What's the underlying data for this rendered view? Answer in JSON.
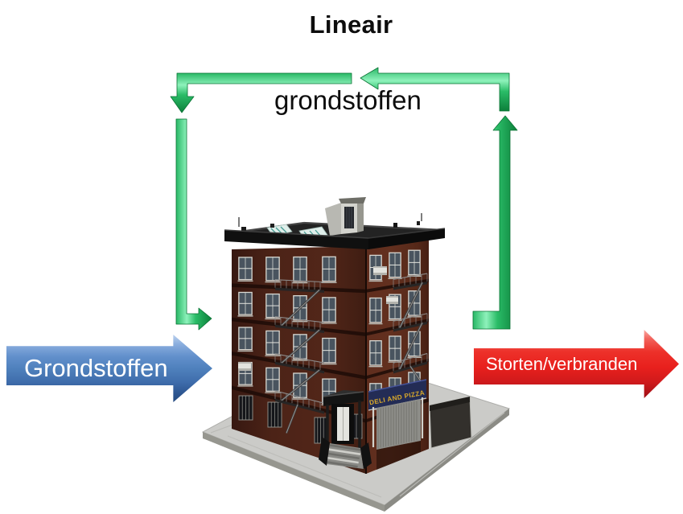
{
  "title": "Lineair",
  "loop": {
    "label": "grondstoffen",
    "color": "#1fb25c"
  },
  "input_arrow": {
    "label": "Grondstoffen",
    "color": "#4f81bd",
    "direction": "right"
  },
  "output_arrow": {
    "label": "Storten/verbranden",
    "color": "#e8201d",
    "direction": "right"
  },
  "building": {
    "storefront_sign": "DELI AND PIZZA"
  },
  "colors": {
    "background": "#ffffff",
    "text": "#0d0d0d",
    "loop_green": "#1fb25c",
    "input_blue": "#4f81bd",
    "output_red": "#e8201d"
  }
}
